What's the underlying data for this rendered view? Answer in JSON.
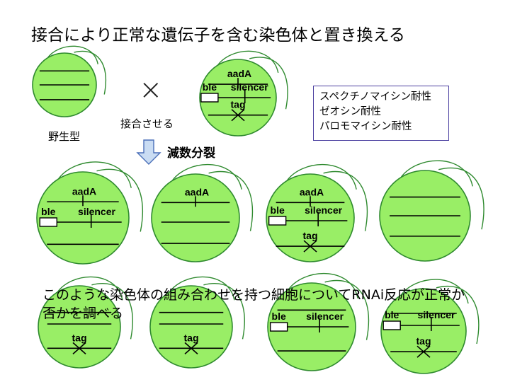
{
  "title": "接合により正常な遺伝子を含む染色体と置き換える",
  "labels": {
    "wild_type": "野生型",
    "cross_symbol": "×",
    "conjugate": "接合させる",
    "meiosis": "減数分裂"
  },
  "legend": [
    "スペクチノマイシン耐性",
    "ゼオシン耐性",
    "パロモマイシン耐性"
  ],
  "caption": "このような染色体の組み合わせを持つ細胞についてRNAi反応が正常か否かを調べる",
  "markers": {
    "aadA": "aadA",
    "ble": "ble",
    "silencer": "silencer",
    "tag": "tag"
  },
  "colors": {
    "cell_fill": "#99ee66",
    "cell_stroke": "#2f8a2f",
    "line": "#000000",
    "legend_border": "#4b3fa0",
    "arrow_fill": "#c9dcf3",
    "arrow_stroke": "#4a6fb8"
  }
}
